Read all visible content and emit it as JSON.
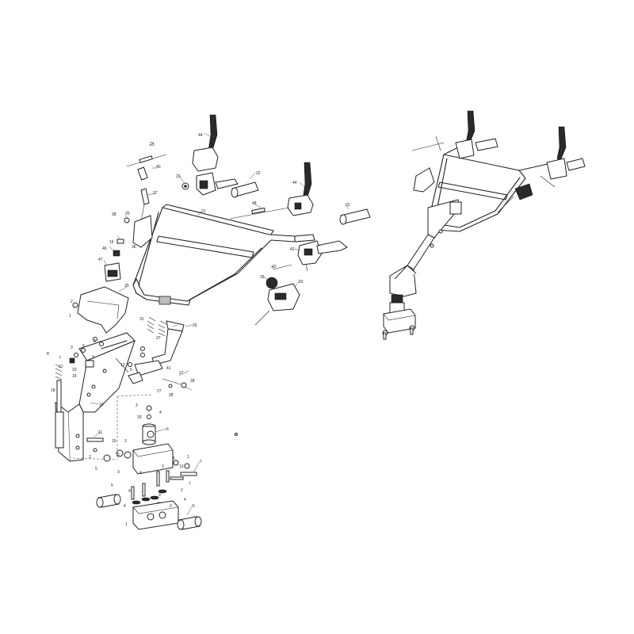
{
  "callouts": {
    "c1": "1",
    "c2": "2",
    "c3": "3",
    "c4": "4",
    "c5": "5",
    "c6": "6",
    "c7": "7",
    "c8": "8",
    "c10": "10",
    "c11": "11",
    "c12": "12",
    "c13": "13",
    "c14": "14",
    "c15": "15",
    "c16": "16",
    "c17": "17",
    "c18": "18",
    "c19": "19",
    "c20": "20",
    "c21": "21",
    "c22": "22",
    "c23": "23",
    "c24": "24",
    "c25": "25",
    "c26": "26",
    "c27": "27",
    "c28": "28",
    "c29": "29",
    "c30": "30",
    "c31": "31",
    "c33": "33",
    "c36": "36",
    "c37": "37",
    "c38": "38",
    "c40": "40",
    "c41": "41",
    "c42": "42",
    "c43": "43",
    "c44": "44",
    "c46": "46",
    "c47": "47",
    "c48": "48"
  },
  "colors": {
    "line": "#222222",
    "background": "#ffffff",
    "dark_part": "#2a2a2a"
  }
}
